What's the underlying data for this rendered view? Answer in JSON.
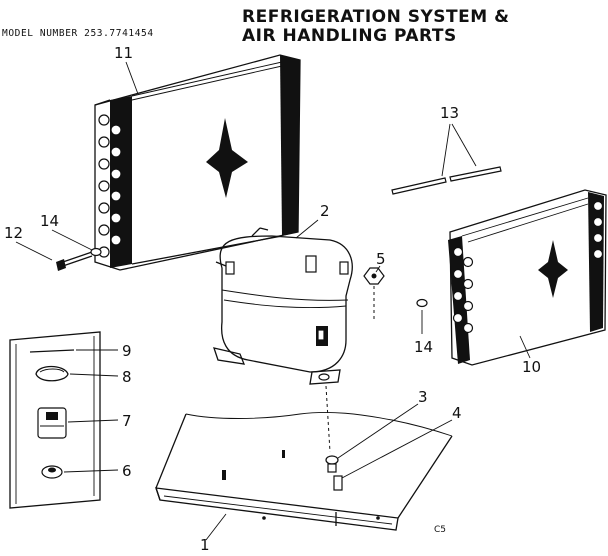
{
  "header": {
    "title_line_1": "REFRIGERATION SYSTEM &",
    "title_line_2": "AIR HANDLING PARTS",
    "model_number": "MODEL NUMBER 253.7741454"
  },
  "callouts": {
    "c1": "1",
    "c2": "2",
    "c3": "3",
    "c4": "4",
    "c5": "5",
    "c6": "6",
    "c7": "7",
    "c8": "8",
    "c9": "9",
    "c10": "10",
    "c11": "11",
    "c12": "12",
    "c13": "13",
    "c14_left": "14",
    "c14_right": "14"
  },
  "figure_code": "C5"
}
